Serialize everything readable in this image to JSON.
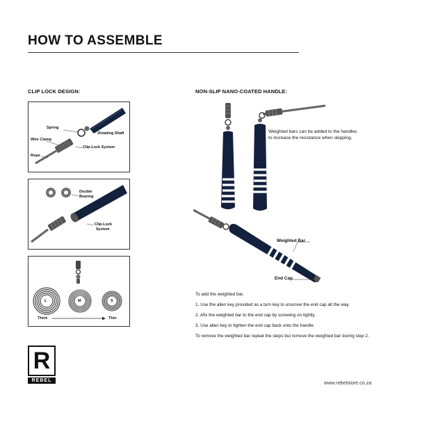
{
  "heading": "HOW TO ASSEMBLE",
  "left_section": {
    "title": "CLIP LOCK DESIGN:",
    "panel1": {
      "spring": "Spring",
      "rotating_shaft": "Rotating Shaft",
      "wire_clamp": "Wire Clamp",
      "clip_lock_system": "Clip-Lock System",
      "rope": "Rope"
    },
    "panel2": {
      "double_bearing_1": "Double",
      "double_bearing_2": "Bearing",
      "clip_lock_1": "Clip-Lock",
      "clip_lock_2": "System"
    },
    "panel3": {
      "l": "L",
      "m": "M",
      "s": "S",
      "thick": "Thick",
      "thin": "Thin"
    }
  },
  "right_section": {
    "title": "NON-SLIP NANO-COATED HANDLE:",
    "note": "Weighted bars can be added to the handles to increase the resistance when skipping.",
    "weighted_bar": "Weighted Bar",
    "end_cap": "End Cap",
    "instructions": {
      "intro": "To add the weighted bar,",
      "step1": "1. Use the allen key provided as a turn key to unscrew the end cap all the way.",
      "step2": "2. Afix the weighted bar to the end cap by screwing on tightly.",
      "step3": "3. Use allen key to tighten the end cap back onto the handle.",
      "remove": "To remove the weighted bar repeat the steps but remove the weighted bar during step 2."
    }
  },
  "brand": {
    "logo_letter": "R",
    "name": "REBEL"
  },
  "website": "www.rebelstore.co.za",
  "colors": {
    "handle": "#14213d",
    "text": "#111111",
    "stripe": "#ffffff"
  }
}
